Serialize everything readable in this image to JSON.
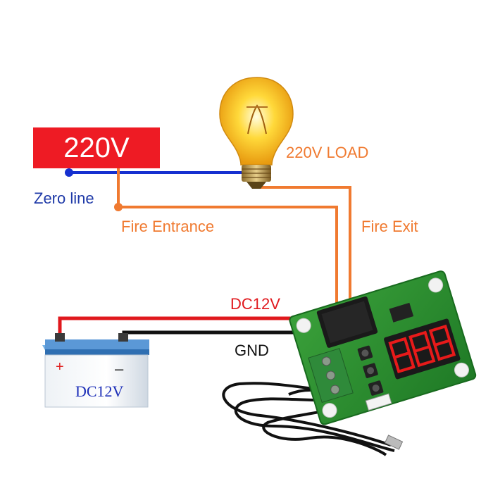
{
  "supply": {
    "voltage_label": "220V",
    "color": "#ee1b24"
  },
  "labels": {
    "zero_line": "Zero line",
    "fire_entrance": "Fire Entrance",
    "fire_exit": "Fire Exit",
    "load": "220V LOAD",
    "dc12v": "DC12V",
    "gnd": "GND"
  },
  "battery": {
    "label": "DC12V",
    "plus": "+",
    "minus": "–"
  },
  "colors": {
    "zero_wire": "#1530d0",
    "fire_wire": "#f07a30",
    "dc_wire": "#e0181d",
    "gnd_wire": "#111111",
    "pcb": "#2e8b2e",
    "relay": "#1a1a1a",
    "terminal": "#2f8a3a",
    "display_digits": "#e81a1a"
  },
  "icons": [
    "light-bulb-icon",
    "battery-icon",
    "thermostat-board-icon",
    "temperature-probe-icon"
  ]
}
